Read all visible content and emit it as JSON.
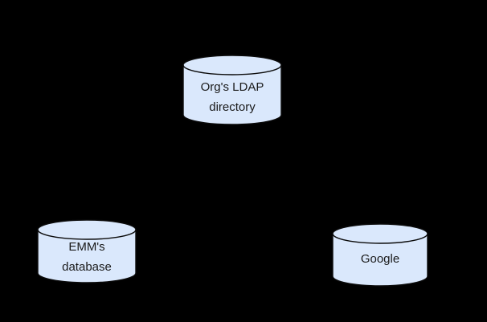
{
  "diagram": {
    "type": "node-diagram",
    "background_color": "#000000",
    "node_fill_color": "#dae8fc",
    "node_stroke_color": "#0b0b0b",
    "node_text_color": "#1a1a1a",
    "nodes": [
      {
        "id": "ldap",
        "shape": "cylinder",
        "icon": "database-cylinder-icon",
        "lines": [
          "Org's LDAP",
          "directory"
        ],
        "label": "Org's LDAP directory"
      },
      {
        "id": "emm",
        "shape": "cylinder",
        "icon": "database-cylinder-icon",
        "lines": [
          "EMM's",
          "database"
        ],
        "label": "EMM's database"
      },
      {
        "id": "google",
        "shape": "cylinder",
        "icon": "database-cylinder-icon",
        "lines": [
          "Google"
        ],
        "label": "Google"
      }
    ],
    "connectors": []
  }
}
